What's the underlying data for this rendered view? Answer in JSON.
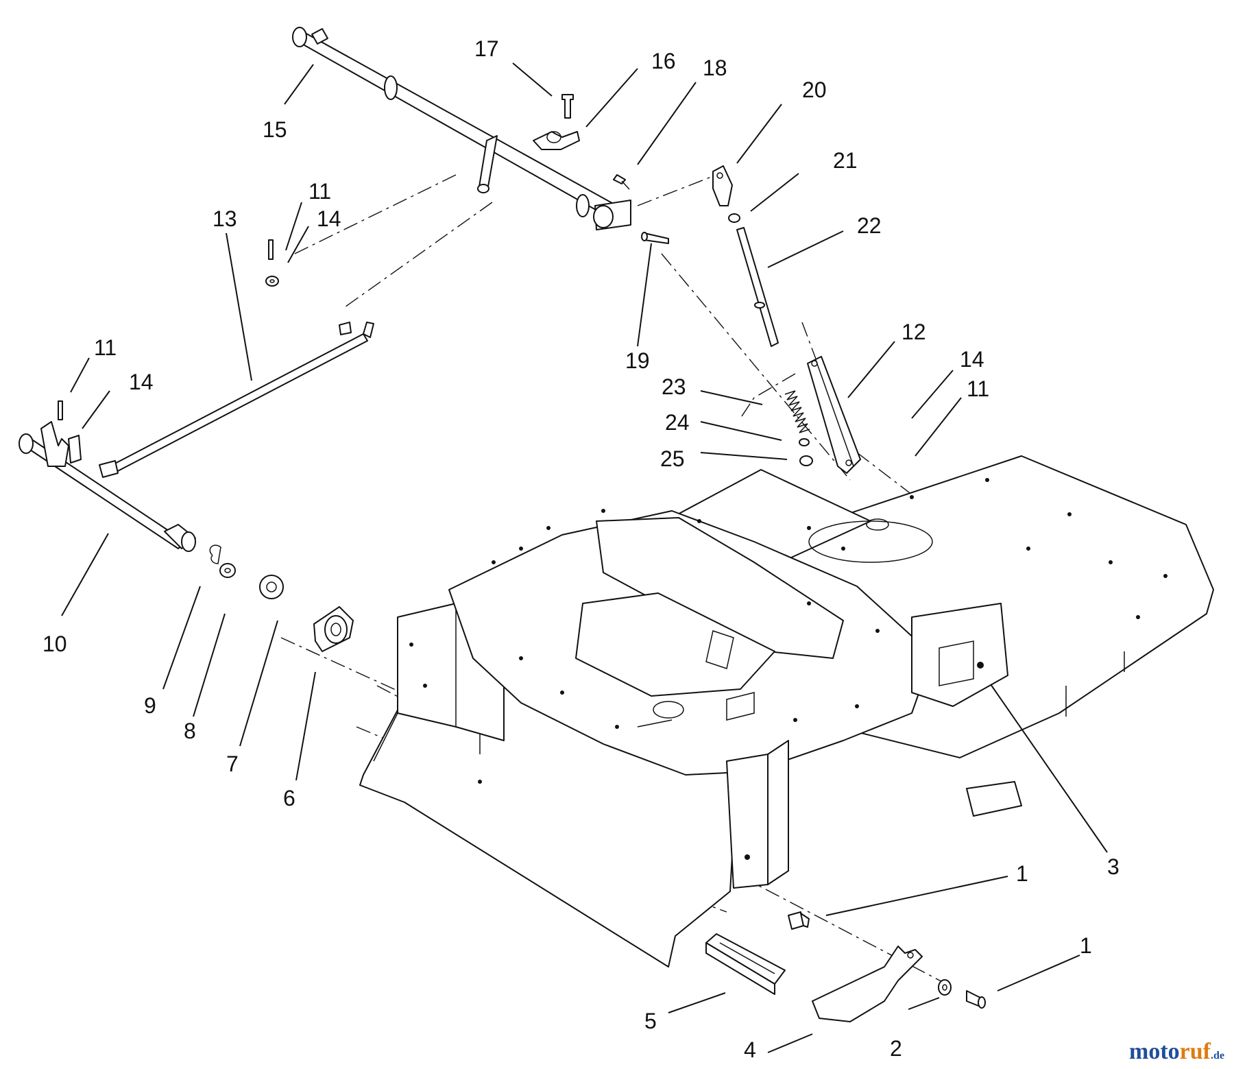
{
  "callouts": [
    "1",
    "1",
    "2",
    "3",
    "4",
    "5",
    "6",
    "7",
    "8",
    "9",
    "10",
    "11",
    "11",
    "11",
    "12",
    "13",
    "14",
    "14",
    "14",
    "15",
    "16",
    "17",
    "18",
    "19",
    "20",
    "21",
    "22",
    "23",
    "24",
    "25"
  ],
  "watermark": {
    "part1": "moto",
    "part2": "ruf",
    "part3": ".de"
  }
}
